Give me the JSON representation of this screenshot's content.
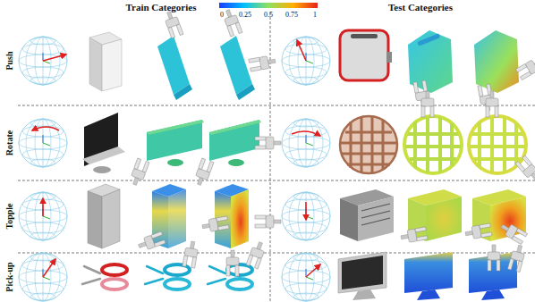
{
  "diagram": {
    "labels": [
      "Train Categories",
      "0",
      "0.25",
      "0.5",
      "0.75",
      "1",
      "Test Categories",
      "Push",
      "Rotate",
      "Topple",
      "Pick-up"
    ]
  }
}
